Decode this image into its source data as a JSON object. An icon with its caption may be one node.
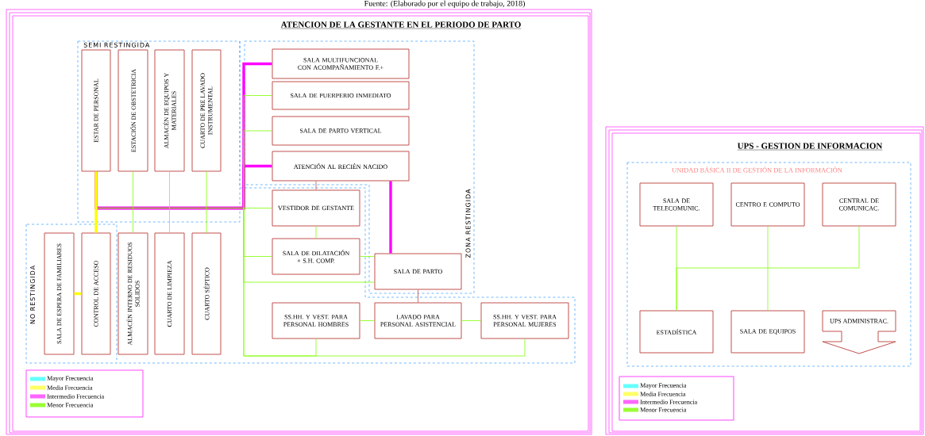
{
  "diagram": {
    "caption": "Fuente: (Elaborado por el equipo de trabajo, 2018)",
    "nodes": [
      {
        "text": [
          "ATENCION DE LA GESTANTE EN EL PERIODO DE PARTO"
        ]
      },
      {
        "text": [
          "SEMI RESTINGIDA"
        ],
        "in": 0
      },
      {
        "text": [
          "ESTAR DE PERSONAL"
        ],
        "in": 1
      },
      {
        "text": [
          "ESTACIÓN DE OBSTETRICIA"
        ],
        "in": 1
      },
      {
        "text": [
          "ALMACÉN DE EQUIPOS Y MATERIALES"
        ],
        "in": 1
      },
      {
        "text": [
          "CUARTO DE PRE LAVADO INSTRUMENTAL"
        ],
        "in": 1
      },
      {
        "text": [
          "ZONA RESTINGIDA"
        ],
        "in": 0
      },
      {
        "text": [
          "SALA MULTIFUNCIONAL CON ACOMPAÑAMIENTO F.+"
        ],
        "in": 6
      },
      {
        "text": [
          "SALA DE PUERPERIO INMEDIATO"
        ],
        "in": 6
      },
      {
        "text": [
          "SALA DE PARTO VERTICAL"
        ],
        "in": 6
      },
      {
        "text": [
          "ATENCIÓN AL RECIÉN NACIDO"
        ],
        "in": 6
      },
      {
        "text": [
          "VESTIDOR DE GESTANTE"
        ],
        "in": 0
      },
      {
        "text": [
          "NO RESTINGIDA"
        ],
        "in": 0
      },
      {
        "text": [
          "SALA DE ESPERA DE FAMILIARES"
        ],
        "in": 12
      },
      {
        "text": [
          "CONTROL DE ACCESO"
        ],
        "in": 12
      },
      {
        "text": [
          "ALMACÉN INTERNO DE RESIDUOS SOLIDOS"
        ],
        "in": 0
      },
      {
        "text": [
          "CUARTO DE LIMPIEZA"
        ],
        "in": 0
      },
      {
        "text": [
          "CUARTO SÉPTICO"
        ],
        "in": 0
      },
      {
        "text": [
          "SALA DE DILATACIÓN + S.H. COMP."
        ],
        "in": 0
      },
      {
        "text": [
          "SALA DE PARTO"
        ],
        "in": 6
      },
      {
        "text": [
          "SS.HH. Y VEST. PARA PERSONAL HOMBRES"
        ],
        "in": 0
      },
      {
        "text": [
          "LAVADO PARA PERSONAL ASISTENCIAL"
        ],
        "in": 0
      },
      {
        "text": [
          "SS.HH. Y VEST. PARA PERSONAL MUJERES"
        ],
        "in": 0
      },
      {
        "text": [
          "UPS - GESTION DE INFORMACION"
        ]
      },
      {
        "text": [
          "UNIDAD BÁSICA II DE GESTIÓN DE LA INFORMACIÓN"
        ],
        "in": 23
      },
      {
        "text": [
          "SALA DE TELECOMUNIC."
        ],
        "in": 24
      },
      {
        "text": [
          "CENTRO E COMPUTO"
        ],
        "in": 24
      },
      {
        "text": [
          "CENTRAL DE COMUNICAC."
        ],
        "in": 24
      },
      {
        "text": [
          "ESTADÍSTICA"
        ],
        "in": 24
      },
      {
        "text": [
          "SALA DE EQUIPOS"
        ],
        "in": 24
      },
      {
        "text": [
          "UPS ADMINISTRAC."
        ],
        "in": 24
      }
    ],
    "edges": [
      {
        "from": 2,
        "to": 7,
        "arrow": "none",
        "style": "thick",
        "color": "#ff00ff"
      },
      {
        "from": 2,
        "to": 10,
        "arrow": "none",
        "style": "thick",
        "color": "#ff00ff"
      },
      {
        "from": 2,
        "to": 8,
        "arrow": "none"
      },
      {
        "from": 2,
        "to": 9,
        "arrow": "none"
      },
      {
        "from": 2,
        "to": 18,
        "arrow": "none"
      },
      {
        "from": 2,
        "to": 19,
        "arrow": "none"
      },
      {
        "from": 2,
        "to": 20,
        "arrow": "none"
      },
      {
        "from": 2,
        "to": 22,
        "arrow": "none"
      },
      {
        "from": 2,
        "to": 11,
        "arrow": "none"
      },
      {
        "from": 3,
        "to": 15,
        "arrow": "none"
      },
      {
        "from": 4,
        "to": 16,
        "arrow": "none"
      },
      {
        "from": 5,
        "to": 17,
        "arrow": "none"
      },
      {
        "from": 10,
        "to": 11,
        "arrow": "none",
        "color": "#c0504d"
      },
      {
        "from": 11,
        "to": 18,
        "arrow": "none"
      },
      {
        "from": 18,
        "to": 19,
        "arrow": "none"
      },
      {
        "from": 10,
        "to": 19,
        "arrow": "none",
        "style": "thick",
        "color": "#ff00ff"
      },
      {
        "from": 19,
        "to": 21,
        "arrow": "none",
        "color": "#c0504d"
      },
      {
        "from": 20,
        "to": 21,
        "arrow": "none"
      },
      {
        "from": 21,
        "to": 22,
        "arrow": "none"
      },
      {
        "from": 2,
        "to": 14,
        "arrow": "none",
        "style": "thick",
        "color": "#ffff00"
      },
      {
        "from": 13,
        "to": 14,
        "arrow": "none",
        "style": "thick",
        "color": "#ffff00"
      },
      {
        "from": 25,
        "to": 28,
        "arrow": "none"
      },
      {
        "from": 26,
        "to": 29,
        "arrow": "none"
      },
      {
        "from": 27,
        "to": 28,
        "arrow": "none"
      }
    ],
    "legend": [
      {
        "text": "Mayor Frecuencia",
        "color": "#66ffff"
      },
      {
        "text": "Media Frecuencia",
        "color": "#ffff66"
      },
      {
        "text": "Intermedio Frecuencia",
        "color": "#ff66ff"
      },
      {
        "text": "Menor Frecuencia",
        "color": "#99ff33"
      },
      {
        "text": "Mayor Frecuencia",
        "color": "#66ffff"
      },
      {
        "text": "Media Frecuencia",
        "color": "#ffff66"
      },
      {
        "text": "Intermedio Frecuencia",
        "color": "#ff66ff"
      },
      {
        "text": "Menor Frecuencia",
        "color": "#99ff33"
      }
    ]
  }
}
